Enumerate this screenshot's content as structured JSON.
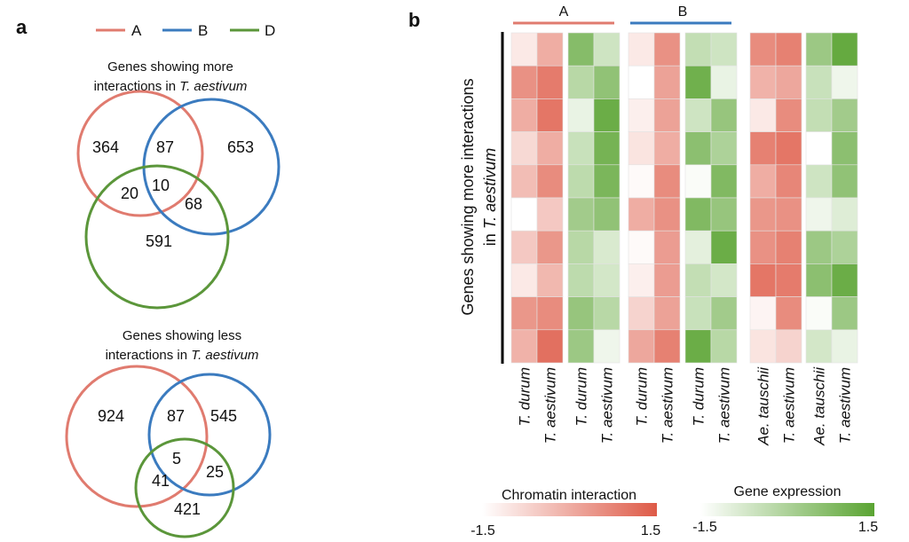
{
  "colors": {
    "A": "#e07b6f",
    "B": "#3b7bbf",
    "D": "#5b963a",
    "chromatin_low": "#ffffff",
    "chromatin_high": "#de5a47",
    "expression_low": "#ffffff",
    "expression_high": "#5aa432"
  },
  "panel_a": {
    "label": "a",
    "legend": [
      {
        "key": "A",
        "label": "A"
      },
      {
        "key": "B",
        "label": "B"
      },
      {
        "key": "D",
        "label": "D"
      }
    ],
    "venn_more": {
      "title_line1": "Genes showing more",
      "title_line2_prefix": "interactions in ",
      "title_line2_species": "T. aestivum",
      "regions": {
        "A_only": "364",
        "AB": "87",
        "B_only": "653",
        "AD": "20",
        "ABD": "10",
        "BD": "68",
        "D_only": "591"
      }
    },
    "venn_less": {
      "title_line1": "Genes showing less",
      "title_line2_prefix": "interactions in ",
      "title_line2_species": "T. aestivum",
      "regions": {
        "A_only": "924",
        "AB": "87",
        "B_only": "545",
        "ABD": "5",
        "AD": "41",
        "BD": "25",
        "D_only": "421"
      }
    }
  },
  "panel_b": {
    "label": "b",
    "group_labels": {
      "A": "A",
      "B": "B"
    },
    "row_label_prefix": "Genes  showing  more interactions",
    "row_label_in": "in ",
    "row_label_species": "T. aestivum",
    "column_labels": [
      "T. durum",
      "T. aestivum",
      "T. durum",
      "T. aestivum",
      "T. durum",
      "T. aestivum",
      "T. durum",
      "T. aestivum",
      "Ae. tauschii",
      "T. aestivum",
      "Ae. tauschii",
      "T. aestivum"
    ],
    "chromatin_legend": {
      "title": "Chromatin interaction",
      "min_label": "-1.5",
      "max_label": "1.5"
    },
    "expression_legend": {
      "title": "Gene expression",
      "min_label": "-1.5",
      "max_label": "1.5"
    }
  },
  "chart_data": {
    "type": "heatmap",
    "value_range": [
      -1.5,
      1.5
    ],
    "rows": 10,
    "blocks": [
      {
        "subgenome": "A",
        "measure": "Chromatin interaction",
        "columns": [
          "T. durum",
          "T. aestivum"
        ],
        "values": [
          [
            -1.1,
            0.0
          ],
          [
            0.5,
            0.9
          ],
          [
            0.0,
            1.0
          ],
          [
            -0.8,
            0.0
          ],
          [
            -0.3,
            0.6
          ],
          [
            -1.5,
            -0.5
          ],
          [
            -0.5,
            0.4
          ],
          [
            -1.1,
            -0.2
          ],
          [
            0.4,
            0.6
          ],
          [
            -0.1,
            1.1
          ]
        ]
      },
      {
        "subgenome": "A",
        "measure": "Gene expression",
        "columns": [
          "T. durum",
          "T. aestivum"
        ],
        "values": [
          [
            0.7,
            -0.6
          ],
          [
            -0.2,
            0.5
          ],
          [
            -1.1,
            1.2
          ],
          [
            -0.5,
            1.0
          ],
          [
            -0.3,
            0.9
          ],
          [
            0.2,
            0.5
          ],
          [
            -0.2,
            -0.8
          ],
          [
            -0.3,
            -0.7
          ],
          [
            0.4,
            -0.2
          ],
          [
            0.3,
            -1.2
          ]
        ]
      },
      {
        "subgenome": "B",
        "measure": "Chromatin interaction",
        "columns": [
          "T. durum",
          "T. aestivum"
        ],
        "values": [
          [
            -1.1,
            0.5
          ],
          [
            -1.5,
            0.2
          ],
          [
            -1.2,
            0.2
          ],
          [
            -1.0,
            0.0
          ],
          [
            -1.4,
            0.6
          ],
          [
            0.0,
            0.5
          ],
          [
            -1.4,
            0.3
          ],
          [
            -1.2,
            0.3
          ],
          [
            -0.7,
            0.2
          ],
          [
            0.1,
            0.8
          ]
        ]
      },
      {
        "subgenome": "B",
        "measure": "Gene expression",
        "columns": [
          "T. durum",
          "T. aestivum"
        ],
        "values": [
          [
            -0.4,
            -0.6
          ],
          [
            1.1,
            -1.1
          ],
          [
            -0.6,
            0.4
          ],
          [
            0.6,
            0.0
          ],
          [
            -1.4,
            0.8
          ],
          [
            0.8,
            0.4
          ],
          [
            -1.0,
            1.2
          ],
          [
            -0.4,
            -0.7
          ],
          [
            -0.5,
            0.2
          ],
          [
            1.2,
            -0.2
          ]
        ]
      },
      {
        "subgenome": "D",
        "measure": "Chromatin interaction",
        "columns": [
          "Ae. tauschii",
          "T. aestivum"
        ],
        "values": [
          [
            0.6,
            0.8
          ],
          [
            -0.1,
            0.1
          ],
          [
            -1.1,
            0.6
          ],
          [
            0.8,
            1.0
          ],
          [
            0.0,
            0.7
          ],
          [
            0.4,
            0.5
          ],
          [
            0.5,
            0.8
          ],
          [
            1.0,
            0.9
          ],
          [
            -1.3,
            0.6
          ],
          [
            -1.0,
            -0.7
          ]
        ]
      },
      {
        "subgenome": "D",
        "measure": "Gene expression",
        "columns": [
          "Ae. tauschii",
          "T. aestivum"
        ],
        "values": [
          [
            0.3,
            1.3
          ],
          [
            -0.5,
            -1.2
          ],
          [
            -0.4,
            0.2
          ],
          [
            -1.5,
            0.6
          ],
          [
            -0.6,
            0.5
          ],
          [
            -1.2,
            -0.9
          ],
          [
            0.3,
            0.0
          ],
          [
            0.6,
            1.2
          ],
          [
            -1.4,
            0.3
          ],
          [
            -0.7,
            -1.1
          ]
        ]
      }
    ]
  }
}
